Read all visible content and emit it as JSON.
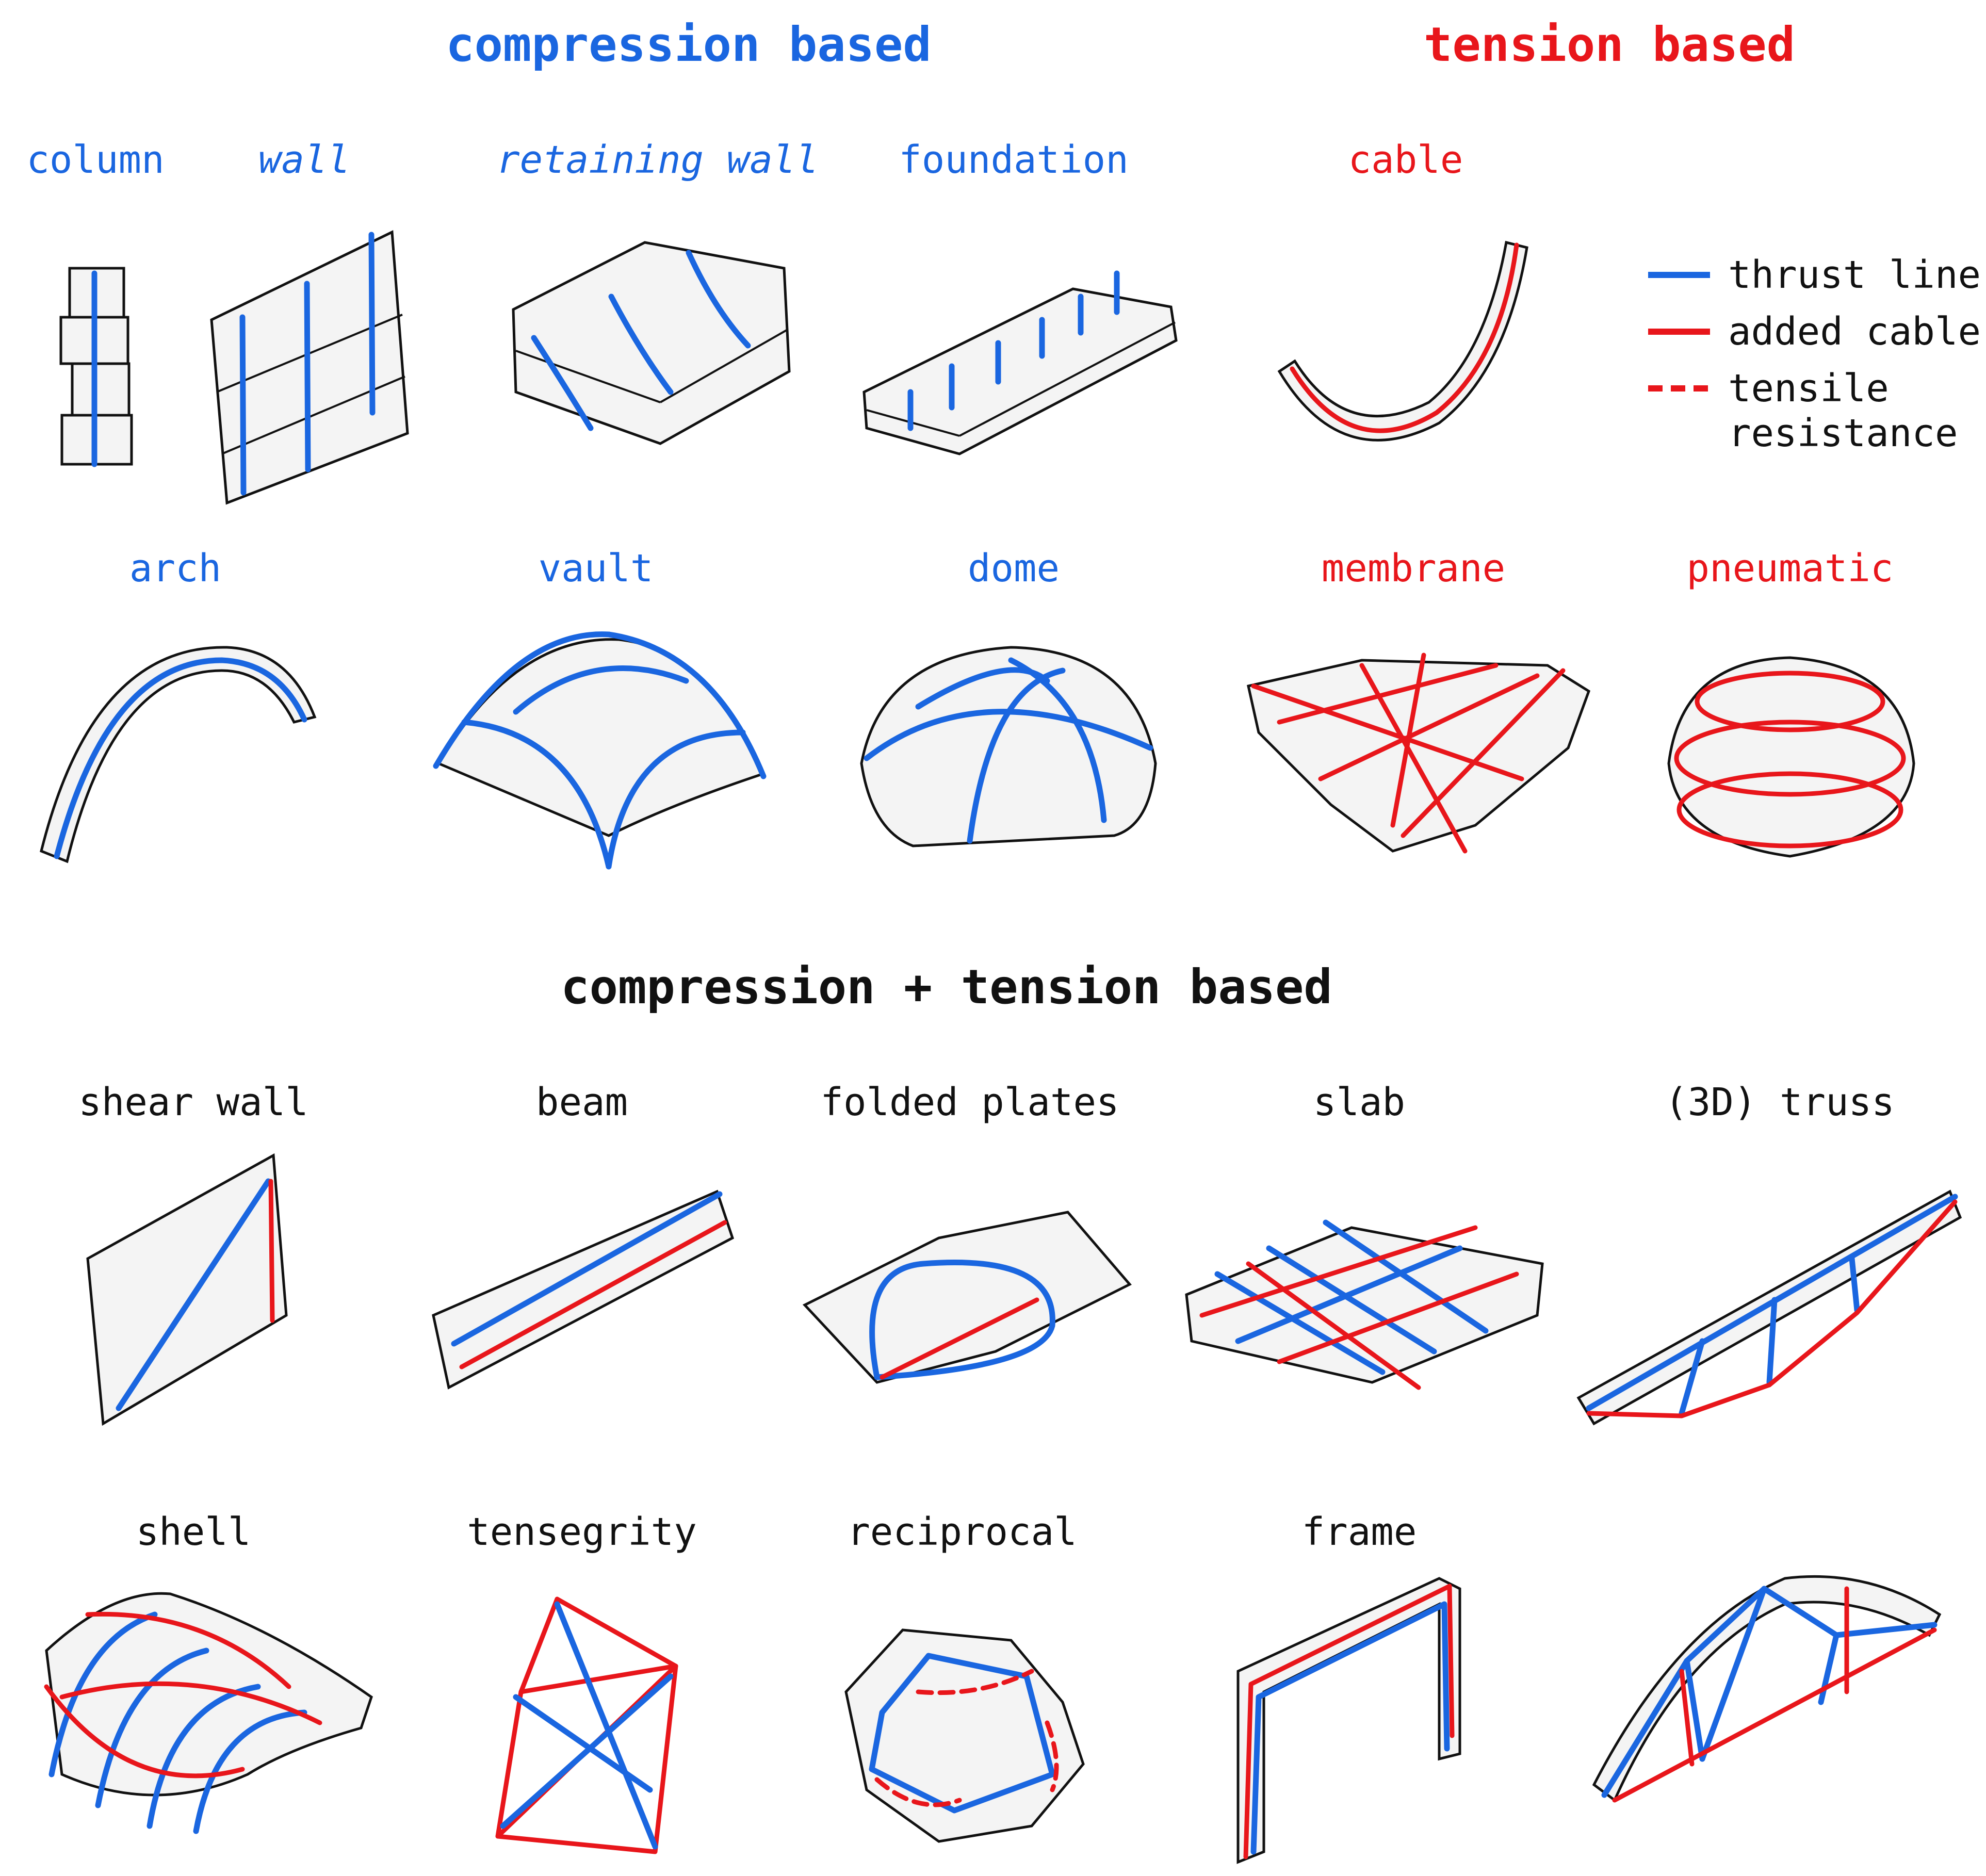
{
  "colors": {
    "compression": "#1a66e0",
    "tension": "#e8161b",
    "neutral": "#111111"
  },
  "headings": {
    "compression": "compression based",
    "tension": "tension based",
    "combined": "compression + tension based"
  },
  "legend": {
    "thrust_line": "thrust line",
    "added_cable": "added cable",
    "tensile_line1": "tensile",
    "tensile_line2": "resistance"
  },
  "labels": {
    "column": "column",
    "wall": "wall",
    "retaining_wall": "retaining wall",
    "foundation": "foundation",
    "cable": "cable",
    "arch": "arch",
    "vault": "vault",
    "dome": "dome",
    "membrane": "membrane",
    "pneumatic": "pneumatic",
    "shear_wall": "shear wall",
    "beam": "beam",
    "folded_plates": "folded plates",
    "slab": "slab",
    "truss": "(3D) truss",
    "shell": "shell",
    "tensegrity": "tensegrity",
    "reciprocal": "reciprocal",
    "frame": "frame"
  }
}
